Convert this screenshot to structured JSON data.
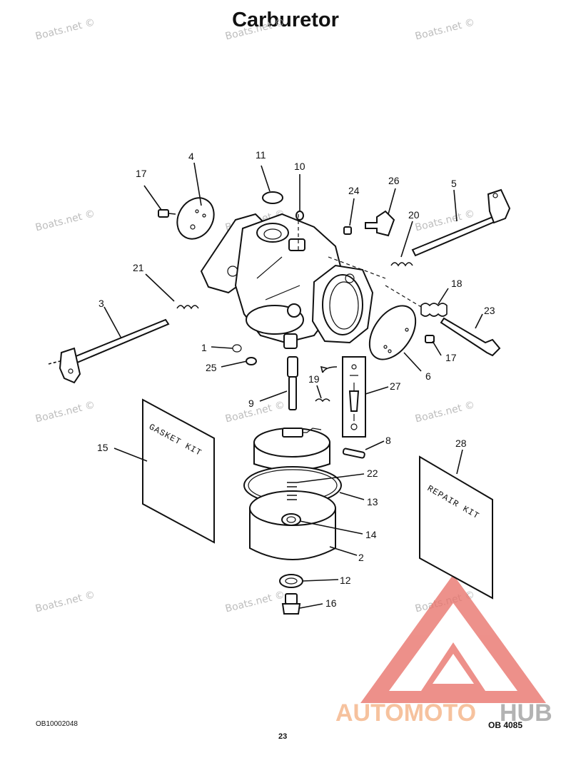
{
  "page": {
    "title": "Carburetor",
    "watermark": "Boats.net ©",
    "doc_code": "OB10002048",
    "page_number": "23",
    "drawing_code": "OB 4085"
  },
  "kits": {
    "gasket_kit": "GASKET KIT",
    "repair_kit": "REPAIR KIT"
  },
  "callouts": [
    "1",
    "2",
    "3",
    "4",
    "5",
    "6",
    "8",
    "9",
    "10",
    "11",
    "12",
    "13",
    "14",
    "15",
    "16",
    "17",
    "17",
    "18",
    "19",
    "20",
    "21",
    "22",
    "23",
    "24",
    "25",
    "26",
    "27",
    "28"
  ],
  "logo": {
    "text_a": "AUTOMOTO",
    "text_b": "HUB",
    "color_a": "#f4b183",
    "color_b": "#9e9e9e",
    "triangle_color": "#e8726a"
  }
}
